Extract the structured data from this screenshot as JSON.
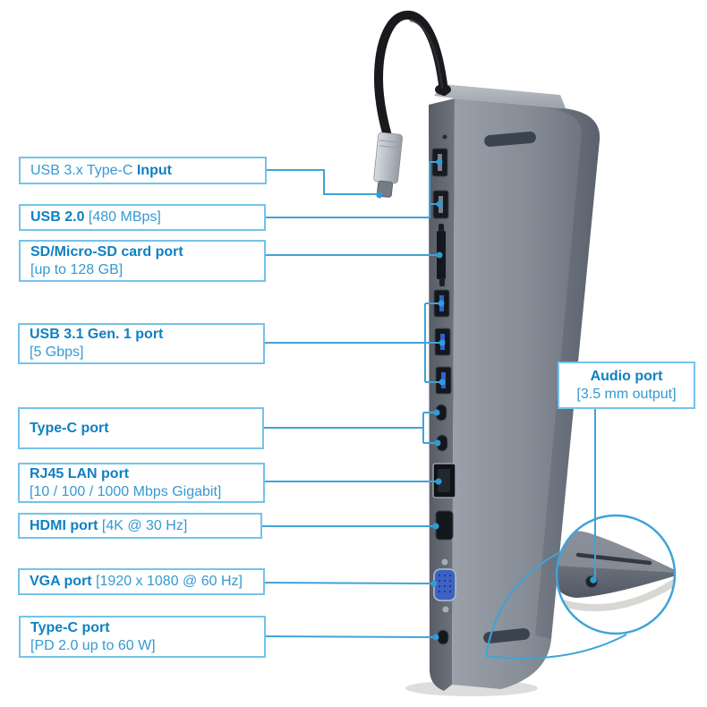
{
  "image": {
    "type": "product-callout-diagram",
    "subject": "USB Type-C multi-port docking station with labeled ports",
    "background": "#ffffff"
  },
  "colors": {
    "callout_border": "#74c3e9",
    "callout_text_bold": "#0f80c2",
    "callout_text_regular": "#3599d2",
    "leader_line": "#3fa3d9",
    "device_body_gray": "#8b929c",
    "usb3_blue": "#2f61d4",
    "vga_blue": "#3b62c4"
  },
  "callouts": [
    {
      "id": "usb-c-input",
      "pre": "USB 3.x Type-C ",
      "bold": "Input",
      "post": "",
      "line2": ""
    },
    {
      "id": "usb-2-0",
      "pre": "",
      "bold": "USB 2.0",
      "post": " [480 MBps]",
      "line2": ""
    },
    {
      "id": "sd-card",
      "pre": "",
      "bold": "SD/Micro-SD card port",
      "post": "",
      "line2": "[up to 128 GB]"
    },
    {
      "id": "usb-3-1",
      "pre": "",
      "bold": "USB 3.1 Gen. 1 port",
      "post": "",
      "line2": "[5 Gbps]"
    },
    {
      "id": "type-c",
      "pre": "",
      "bold": "Type-C port",
      "post": "",
      "line2": ""
    },
    {
      "id": "rj45-lan",
      "pre": "",
      "bold": "RJ45 LAN port",
      "post": "",
      "line2": "[10 / 100 / 1000 Mbps Gigabit]"
    },
    {
      "id": "hdmi",
      "pre": "",
      "bold": "HDMI port",
      "post": " [4K @ 30 Hz]",
      "line2": ""
    },
    {
      "id": "vga",
      "pre": "",
      "bold": "VGA port",
      "post": " [1920 x 1080 @ 60 Hz]",
      "line2": ""
    },
    {
      "id": "type-c-pd",
      "pre": "",
      "bold": "Type-C port",
      "post": "",
      "line2": "[PD 2.0 up to 60 W]"
    }
  ],
  "audio_callout": {
    "bold": "Audio port",
    "line2": "[3.5 mm output]"
  },
  "device_port_icons": [
    "usb-c-cable-plug",
    "reset-pinhole",
    "usb2-port-1",
    "usb2-port-2",
    "sd-microsd-slot",
    "usb3-port-1",
    "usb3-port-2",
    "usb3-port-3",
    "type-c-data-port-1",
    "type-c-data-port-2",
    "rj45-port",
    "hdmi-port",
    "vga-port",
    "type-c-pd-port",
    "audio-jack-magnified"
  ]
}
